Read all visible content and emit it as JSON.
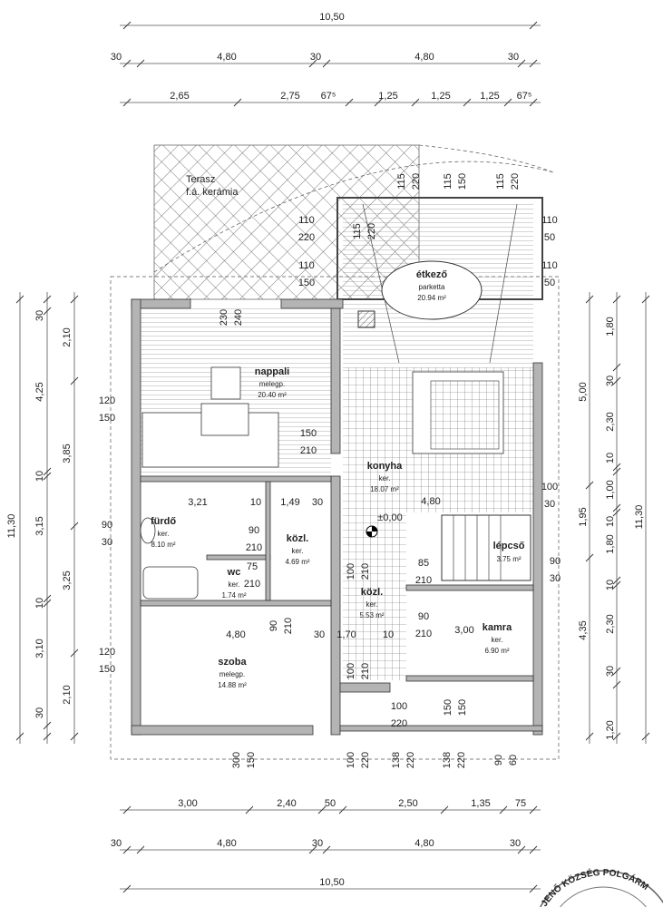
{
  "stamp_text": "JENŐ KÖZSÉG POLGÁRM",
  "terrace": {
    "name": "Terasz",
    "floor": "f.á. kerámia"
  },
  "rooms": [
    {
      "name": "étkező",
      "floor": "parketta",
      "area": "20.94 m²"
    },
    {
      "name": "nappali",
      "floor": "melegp.",
      "area": "20.40 m²"
    },
    {
      "name": "konyha",
      "floor": "ker.",
      "area": "18.07 m²"
    },
    {
      "name": "fürdő",
      "floor": "ker.",
      "area": "8.10 m²"
    },
    {
      "name": "közl.",
      "floor": "ker.",
      "area": "4.69 m²"
    },
    {
      "name": "wc",
      "floor": "ker.",
      "area": "1.74 m²"
    },
    {
      "name": "lépcső",
      "floor": "",
      "area": "3.75 m²"
    },
    {
      "name": "közl.",
      "floor": "ker.",
      "area": "5.53 m²"
    },
    {
      "name": "kamra",
      "floor": "ker.",
      "area": "6.90 m²"
    },
    {
      "name": "szoba",
      "floor": "melegp.",
      "area": "14.88 m²"
    }
  ],
  "level": "±0,00",
  "dims": {
    "top_total": [
      "10,50"
    ],
    "top_axes": [
      "30",
      "4,80",
      "30",
      "4,80",
      "30"
    ],
    "top_segments": [
      "2,65",
      "2,75",
      "67⁵",
      "1,25",
      "1,25",
      "1,25",
      "67⁵"
    ],
    "bottom_segments": [
      "3,00",
      "2,40",
      "50",
      "2,50",
      "1,35",
      "75"
    ],
    "bottom_axes": [
      "30",
      "4,80",
      "30",
      "4,80",
      "30"
    ],
    "bottom_total": [
      "10,50"
    ],
    "left_outer": [
      "11,30"
    ],
    "left_mid": [
      "30",
      "4,25",
      "10",
      "3,15",
      "10",
      "3,10",
      "30"
    ],
    "left_inner": [
      "2,10",
      "3,85",
      "3,25",
      "2,10"
    ],
    "right_inner": [
      "5,00",
      "1,95",
      "4,35"
    ],
    "right_mid": [
      "1,80",
      "30",
      "2,30",
      "10",
      "1,00",
      "10",
      "1,80",
      "10",
      "2,30",
      "30",
      "1,20"
    ],
    "right_outer": [
      "11,30"
    ],
    "interior": [
      "3,21",
      "10",
      "1,49",
      "30",
      "4,80",
      "4,80",
      "30",
      "1,70",
      "10",
      "3,00"
    ]
  },
  "openings": [
    [
      "120",
      "150"
    ],
    [
      "90",
      "30"
    ],
    [
      "120",
      "150"
    ],
    [
      "110",
      "50"
    ],
    [
      "110",
      "50"
    ],
    [
      "100",
      "30"
    ],
    [
      "90",
      "30"
    ],
    [
      "110",
      "220"
    ],
    [
      "110",
      "150"
    ],
    [
      "115",
      "220"
    ],
    [
      "115",
      "150"
    ],
    [
      "115",
      "220"
    ],
    [
      "115",
      "220"
    ],
    [
      "230",
      "240"
    ],
    [
      "150",
      "210"
    ],
    [
      "90",
      "210"
    ],
    [
      "75",
      "210"
    ],
    [
      "100",
      "210"
    ],
    [
      "85",
      "210"
    ],
    [
      "90",
      "210"
    ],
    [
      "90",
      "210"
    ],
    [
      "100",
      "210"
    ],
    [
      "100",
      "220"
    ],
    [
      "150",
      "150"
    ],
    [
      "300",
      "150"
    ],
    [
      "100",
      "220"
    ],
    [
      "138",
      "220"
    ],
    [
      "138",
      "220"
    ],
    [
      "90",
      "60"
    ]
  ]
}
